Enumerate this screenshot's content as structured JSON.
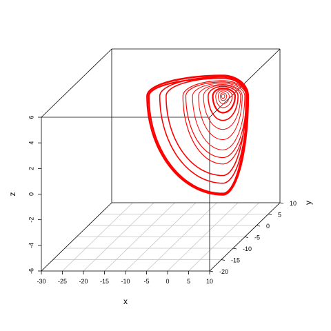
{
  "chart_data": {
    "type": "line",
    "subtype": "3d-scatterplot",
    "title": "",
    "xlabel": "x",
    "ylabel": "y",
    "zlabel": "z",
    "x_ticks": [
      "-30",
      "-25",
      "-20",
      "-15",
      "-10",
      "-5",
      "0",
      "5",
      "10"
    ],
    "y_ticks": [
      "-20",
      "-15",
      "-10",
      "-5",
      "0",
      "5",
      "10"
    ],
    "z_ticks": [
      "-6",
      "-4",
      "-2",
      "0",
      "2",
      "4",
      "6"
    ],
    "xlim": [
      -30,
      10
    ],
    "ylim": [
      -20,
      10
    ],
    "zlim": [
      -6,
      6
    ],
    "grid": "xy floor plane",
    "box": true,
    "series": [
      {
        "color": "#ff0000",
        "description_points": "spiral trajectory in xz-plane (projected), from outer loops around x≈-15..8, z≈-3.5..5.7 converging to a focus near x≈2, z≈4.1",
        "center_final": {
          "x": 2,
          "y": 0,
          "z": 4.1
        },
        "outer_extent": {
          "x": [
            -16,
            8
          ],
          "z": [
            -3.6,
            5.7
          ]
        }
      }
    ],
    "colors": {
      "curve": "#ff0000",
      "box": "#000000",
      "grid": "#c0c0c0"
    }
  }
}
